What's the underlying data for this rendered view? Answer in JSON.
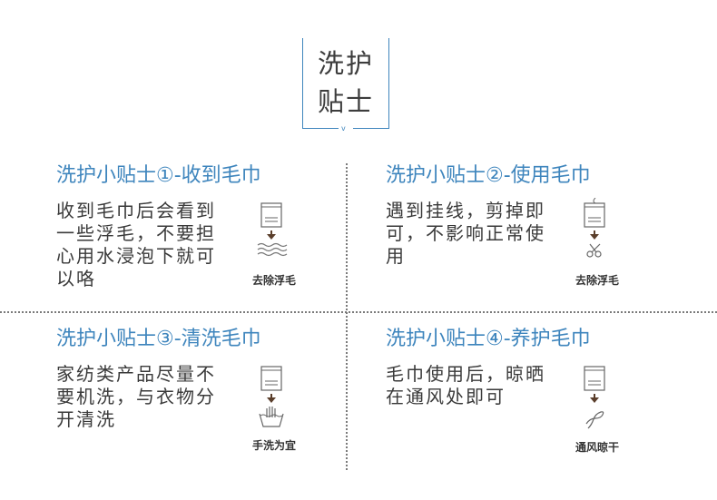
{
  "header": {
    "title_line1": "洗护",
    "title_line2": "贴士",
    "mark": "v"
  },
  "colors": {
    "accent": "#3e85bd",
    "text": "#3a3a3a",
    "icon": "#555555",
    "arrow": "#5a3e2b"
  },
  "tips": [
    {
      "heading": "洗护小贴士①-收到毛巾",
      "lines": [
        "收到毛巾后会看到",
        "一些浮毛，不要担",
        "心用水浸泡下就可",
        "以咯"
      ],
      "icon": "towel-water-icon",
      "caption": "去除浮毛"
    },
    {
      "heading": "洗护小贴士②-使用毛巾",
      "lines": [
        "遇到挂线，剪掉即",
        "可，不影响正常使",
        "用"
      ],
      "icon": "towel-scissors-icon",
      "caption": "去除浮毛"
    },
    {
      "heading": "洗护小贴士③-清洗毛巾",
      "lines": [
        "家纺类产品尽量不",
        "要机洗，与衣物分",
        "开清洗"
      ],
      "icon": "towel-handwash-icon",
      "caption": "手洗为宜"
    },
    {
      "heading": "洗护小贴士④-养护毛巾",
      "lines": [
        "毛巾使用后，晾晒",
        "在通风处即可"
      ],
      "icon": "towel-wind-icon",
      "caption": "通风晾干"
    }
  ]
}
